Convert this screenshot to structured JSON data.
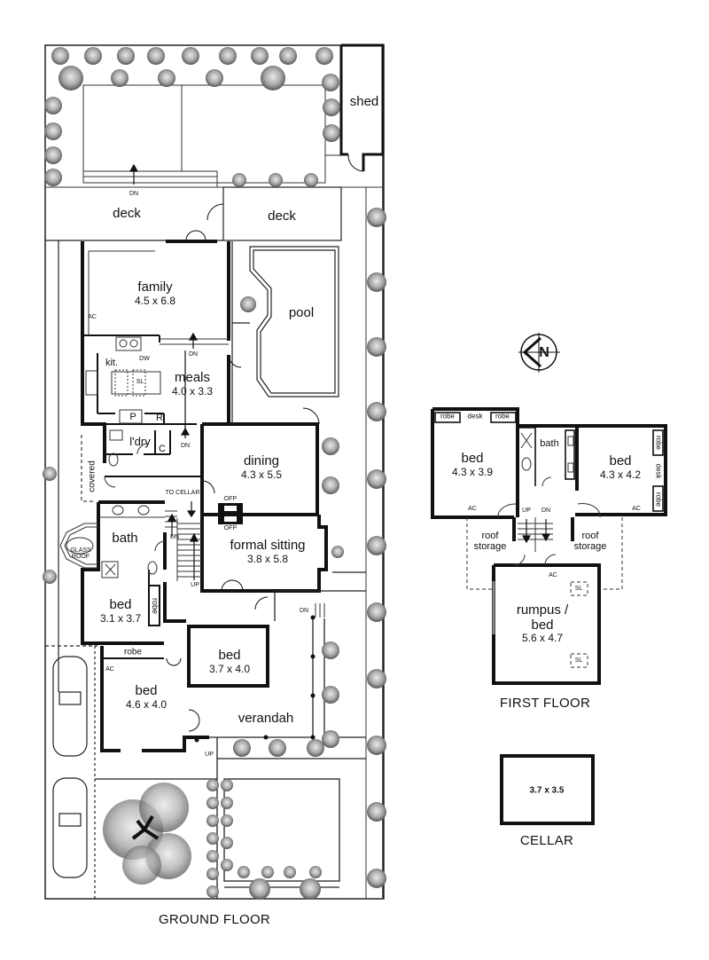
{
  "compass": {
    "label": "N"
  },
  "ground_floor": {
    "title": "GROUND FLOOR",
    "rooms": [
      {
        "name": "shed",
        "dims": ""
      },
      {
        "name": "deck",
        "dims": ""
      },
      {
        "name": "deck",
        "dims": ""
      },
      {
        "name": "family",
        "dims": "4.5 x 6.8"
      },
      {
        "name": "pool",
        "dims": ""
      },
      {
        "name": "kit.",
        "dims": ""
      },
      {
        "name": "meals",
        "dims": "4.0 x 3.3"
      },
      {
        "name": "l'dry",
        "dims": ""
      },
      {
        "name": "dining",
        "dims": "4.3 x 5.5"
      },
      {
        "name": "bath",
        "dims": ""
      },
      {
        "name": "formal sitting",
        "dims": "3.8 x 5.8"
      },
      {
        "name": "bed",
        "dims": "3.1 x 3.7"
      },
      {
        "name": "bed",
        "dims": "3.7 x 4.0"
      },
      {
        "name": "bed",
        "dims": "4.6 x 4.0"
      },
      {
        "name": "verandah",
        "dims": ""
      }
    ],
    "annotations": {
      "dn": "DN",
      "up": "UP",
      "ac": "AC",
      "dw": "DW",
      "sl": "SL",
      "pantry": "P",
      "fridge": "R",
      "cupboard": "C",
      "covered": "covered",
      "to_cellar": "TO CELLAR",
      "ofp": "OFP",
      "glass_roof_1": "GLASS",
      "glass_roof_2": "ROOF",
      "robe": "robe"
    }
  },
  "first_floor": {
    "title": "FIRST FLOOR",
    "rooms": [
      {
        "name": "bed",
        "dims": "4.3 x 3.9"
      },
      {
        "name": "bath",
        "dims": ""
      },
      {
        "name": "bed",
        "dims": "4.3 x 4.2"
      },
      {
        "name": "roof storage",
        "dims": ""
      },
      {
        "name": "roof storage",
        "dims": ""
      },
      {
        "name": "rumpus / bed",
        "dims": "5.6 x 4.7"
      }
    ],
    "annotations": {
      "robe": "robe",
      "desk": "desk",
      "ac": "AC",
      "up": "UP",
      "dn": "DN",
      "sl": "SL",
      "roof": "roof",
      "storage": "storage",
      "rumpus_line1": "rumpus /",
      "rumpus_line2": "bed"
    }
  },
  "cellar": {
    "title": "CELLAR",
    "dims": "3.7 x 3.5"
  }
}
